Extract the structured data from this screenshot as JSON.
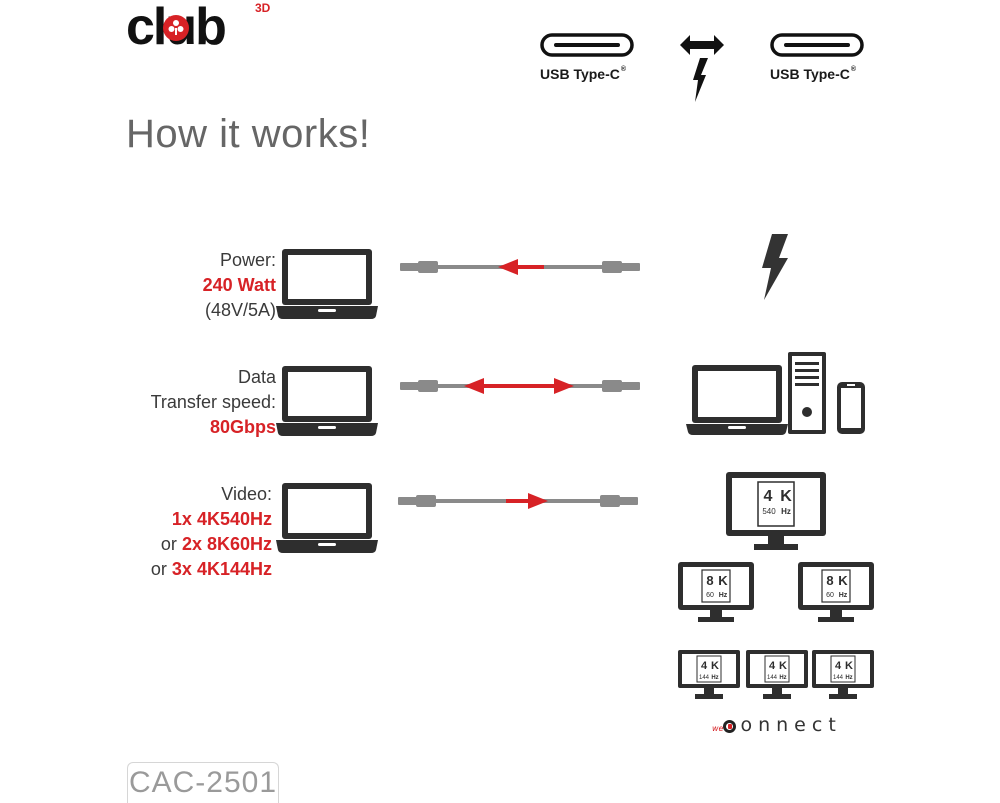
{
  "brand": {
    "name": "club",
    "superscript": "3D"
  },
  "ports": {
    "left_label": "USB Type-C",
    "right_label": "USB Type-C",
    "mark": "®"
  },
  "heading": "How it works!",
  "rows": {
    "power": {
      "line1": "Power:",
      "value": "240 Watt",
      "line3": "(48V/5A)"
    },
    "data": {
      "line1": "Data",
      "line2": "Transfer speed:",
      "value": "80Gbps"
    },
    "video": {
      "line1": "Video:",
      "value1": "1x 4K540Hz",
      "or_prefix2": "or ",
      "value2": "2x 8K60Hz",
      "or_prefix3": "or ",
      "value3": "3x 4K144Hz"
    }
  },
  "monitors": {
    "big": {
      "res": "4",
      "k": "K",
      "hz": "540",
      "hz_unit": "Hz"
    },
    "mid": {
      "res": "8",
      "k": "K",
      "hz": "60",
      "hz_unit": "Hz"
    },
    "small": {
      "res": "4",
      "k": "K",
      "hz": "144",
      "hz_unit": "Hz"
    }
  },
  "footer": {
    "brand_prefix": "we",
    "brand_text": "onnect",
    "model": "CAC-2501"
  },
  "colors": {
    "accent_red": "#d72226",
    "dark": "#333333",
    "cable": "#8a8a8a"
  }
}
